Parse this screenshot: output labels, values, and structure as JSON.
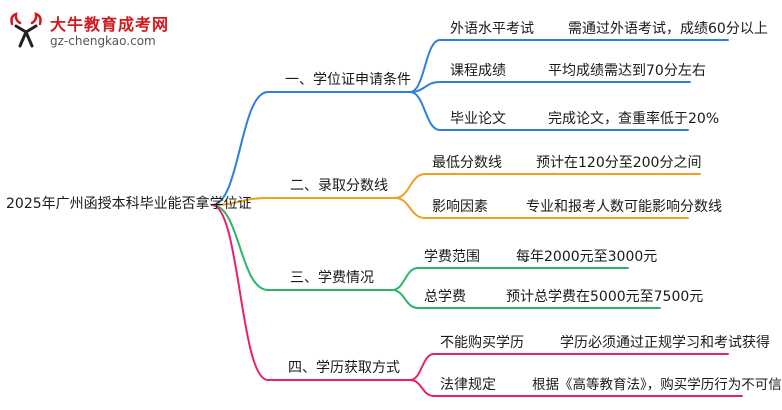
{
  "brand": {
    "name": "大牛教育成考网",
    "url": "gz-chengkao.com",
    "logo_icon": "bull-logo-icon",
    "colors": {
      "red": "#d0191f",
      "blue": "#2f7fe0",
      "orange": "#f0a020",
      "green": "#2db56a",
      "pink": "#e6206e"
    }
  },
  "root": "2025年广州函授本科毕业能否拿学位证",
  "branches": [
    {
      "label": "一、学位证申请条件",
      "children": [
        {
          "key": "外语水平考试",
          "value": "需通过外语考试，成绩60分以上"
        },
        {
          "key": "课程成绩",
          "value": "平均成绩需达到70分左右"
        },
        {
          "key": "毕业论文",
          "value": "完成论文，查重率低于20%"
        }
      ]
    },
    {
      "label": "二、录取分数线",
      "children": [
        {
          "key": "最低分数线",
          "value": "预计在120分至200分之间"
        },
        {
          "key": "影响因素",
          "value": "专业和报考人数可能影响分数线"
        }
      ]
    },
    {
      "label": "三、学费情况",
      "children": [
        {
          "key": "学费范围",
          "value": "每年2000元至3000元"
        },
        {
          "key": "总学费",
          "value": "预计总学费在5000元至7500元"
        }
      ]
    },
    {
      "label": "四、学历获取方式",
      "children": [
        {
          "key": "不能购买学历",
          "value": "学历必须通过正规学习和考试获得"
        },
        {
          "key": "法律规定",
          "value": "根据《高等教育法》，购买学历行为不可信"
        }
      ]
    }
  ]
}
